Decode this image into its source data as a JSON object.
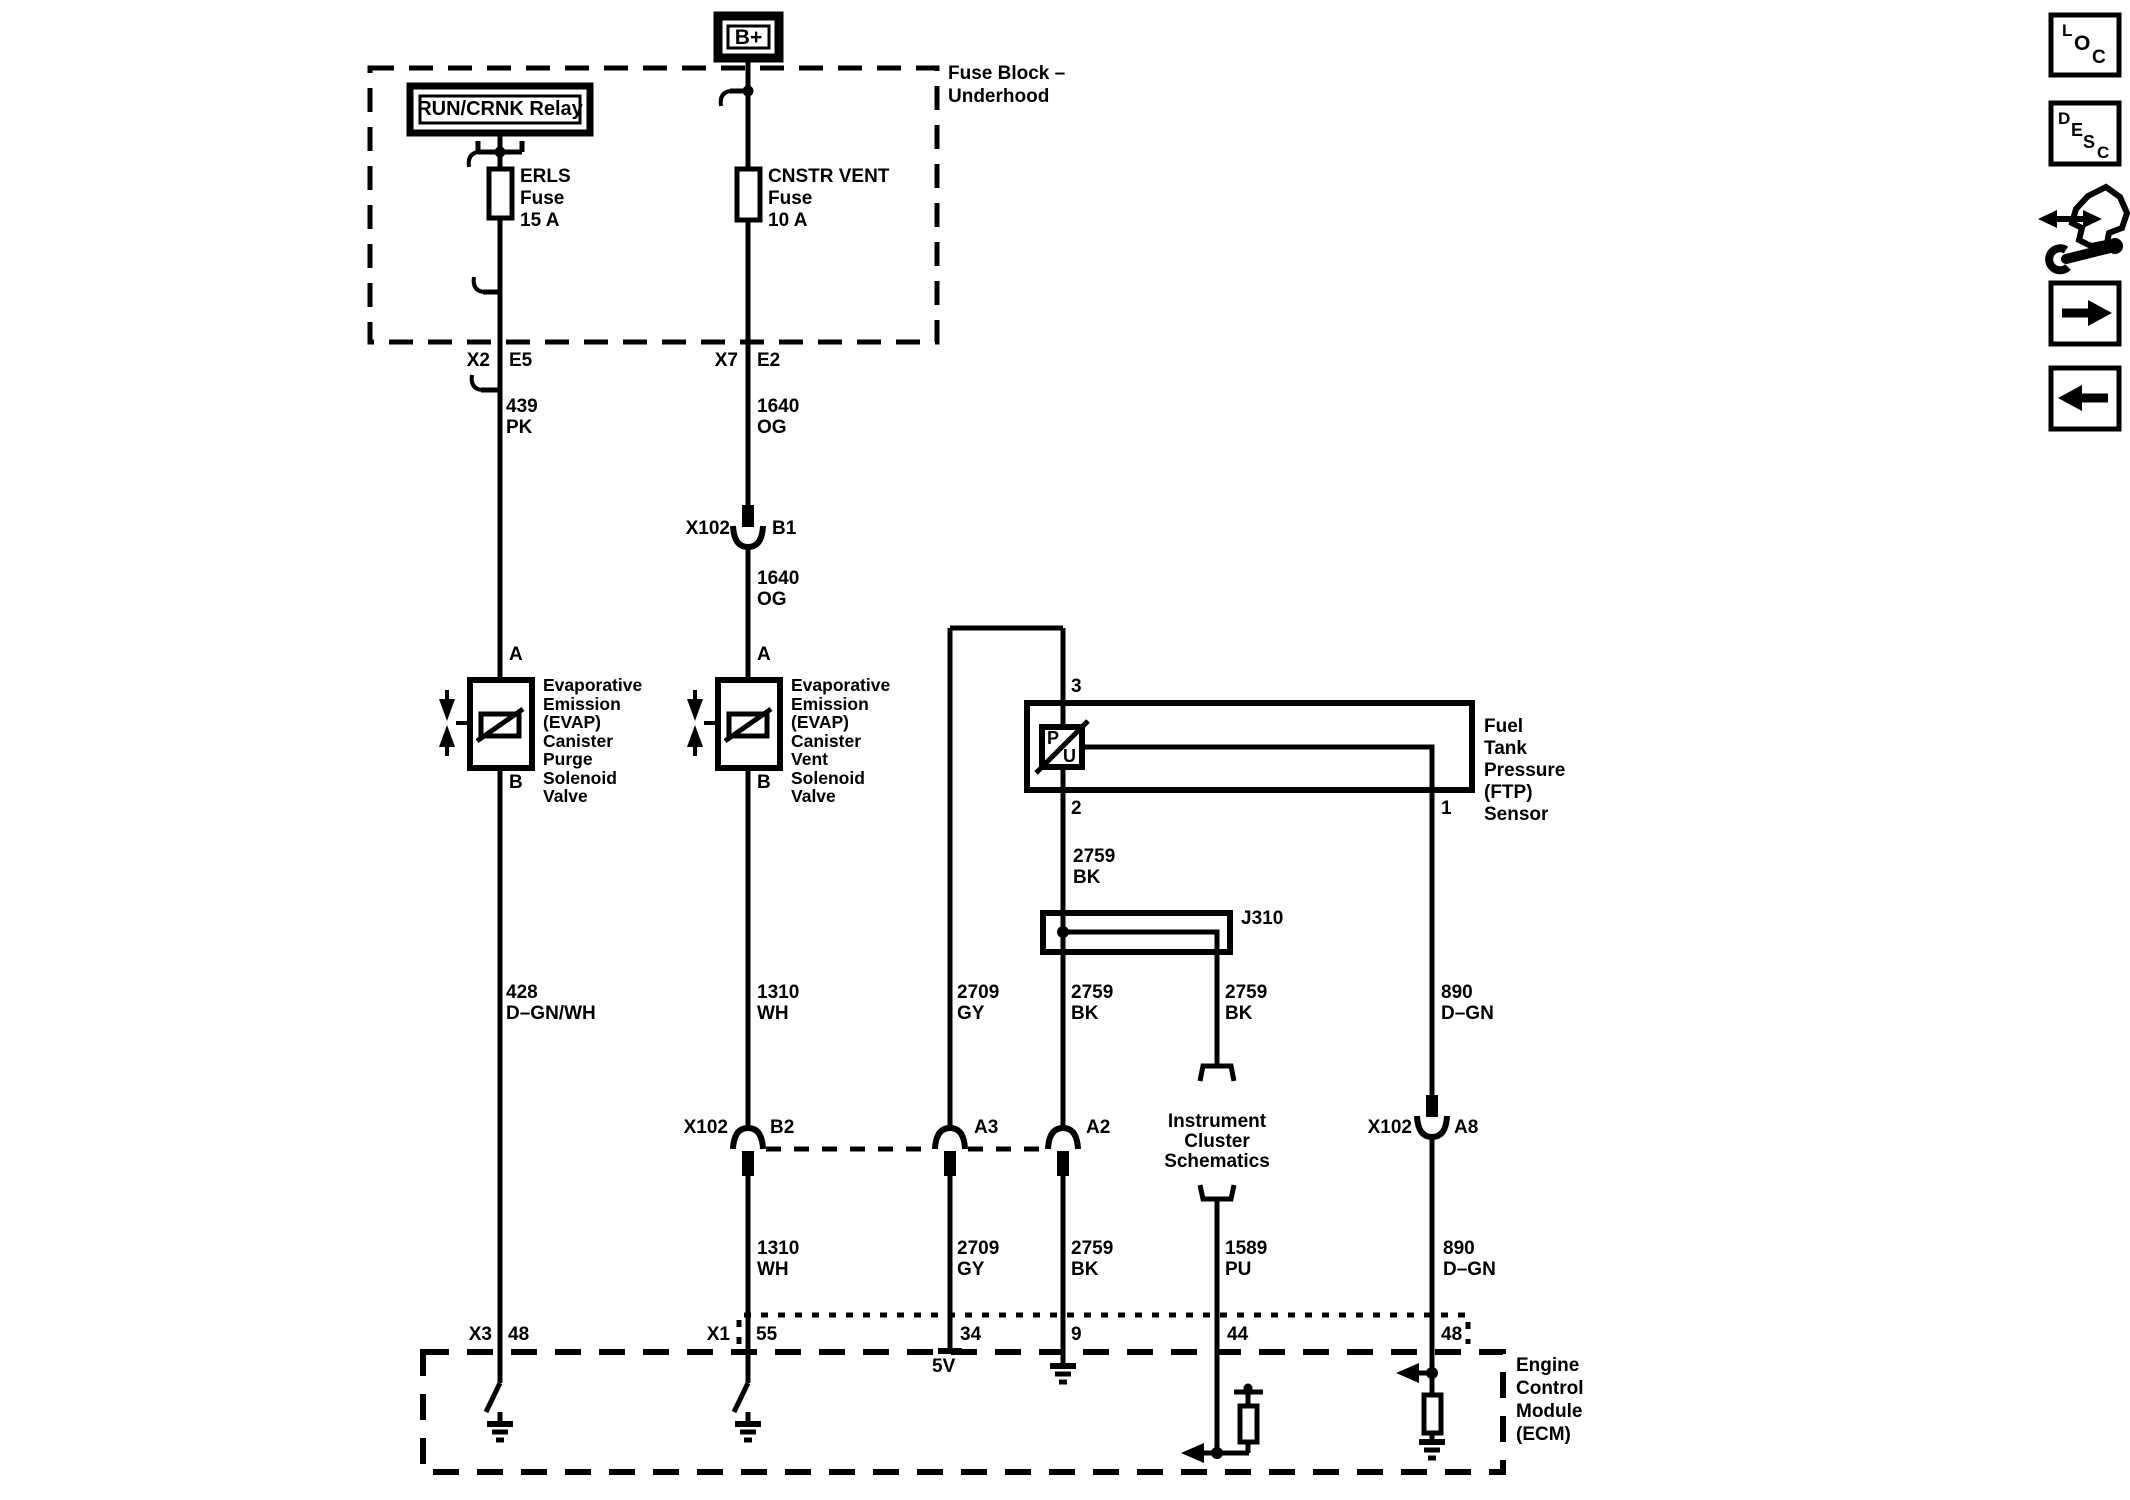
{
  "fuse_block": {
    "name": "Fuse Block –\nUnderhood",
    "battery_terminal": "B+",
    "relay": "RUN/CRNK Relay",
    "erls_fuse": "ERLS\nFuse\n15 A",
    "cnstr_vent_fuse": "CNSTR VENT\nFuse\n10 A"
  },
  "connectors": {
    "x2": "X2",
    "e5": "E5",
    "x7": "X7",
    "e2": "E2",
    "x102_b1": "X102",
    "b1": "B1",
    "x102_b2": "X102",
    "b2": "B2",
    "a3": "A3",
    "a2": "A2",
    "x102_a8": "X102",
    "a8": "A8",
    "x3": "X3",
    "x1": "X1"
  },
  "wires": {
    "c439": "439\nPK",
    "c1640_a": "1640\nOG",
    "c1640_b": "1640\nOG",
    "c428": "428\nD–GN/WH",
    "c1310_a": "1310\nWH",
    "c1310_b": "1310\nWH",
    "c2709_a": "2709\nGY",
    "c2709_b": "2709\nGY",
    "c2759_a": "2759\nBK",
    "c2759_b": "2759\nBK",
    "c2759_c": "2759\nBK",
    "c2759_d": "2759\nBK",
    "c1589": "1589\nPU",
    "c890_a": "890\nD–GN",
    "c890_b": "890\nD–GN"
  },
  "components": {
    "purge_valve": "Evaporative\nEmission\n(EVAP)\nCanister\nPurge\nSolenoid\nValve",
    "vent_valve": "Evaporative\nEmission\n(EVAP)\nCanister\nVent\nSolenoid\nValve",
    "ftp_sensor": "Fuel\nTank\nPressure\n(FTP)\nSensor",
    "splice": "J310",
    "instrument_cluster": "Instrument\nCluster\nSchematics",
    "ecm": "Engine\nControl\nModule\n(ECM)",
    "pu_p": "P",
    "pu_u": "U"
  },
  "pins": {
    "a_purge": "A",
    "b_purge": "B",
    "a_vent": "A",
    "b_vent": "B",
    "p3": "3",
    "p2": "2",
    "p1": "1",
    "p48_x3": "48",
    "p55": "55",
    "p34": "34",
    "p9": "9",
    "p44": "44",
    "p48_x1": "48",
    "v5": "5V"
  },
  "sidebar": {
    "loc": [
      "L",
      "O",
      "C"
    ],
    "desc": [
      "D",
      "E",
      "S",
      "C"
    ]
  }
}
